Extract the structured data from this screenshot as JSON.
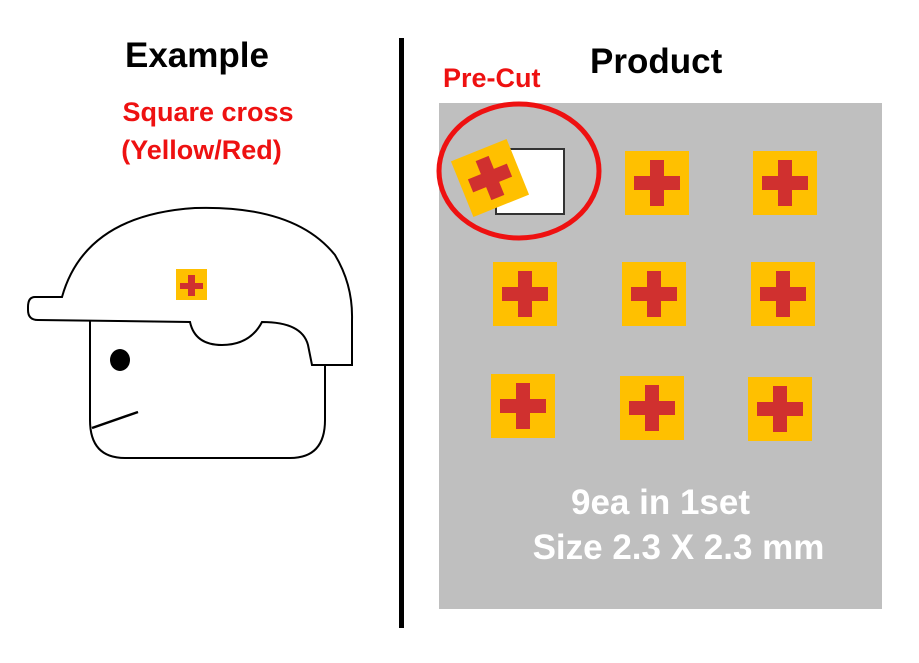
{
  "example": {
    "heading": "Example",
    "subtitle_line1": "Square cross",
    "subtitle_line2": "(Yellow/Red)"
  },
  "product": {
    "heading": "Product",
    "precut_label": "Pre-Cut",
    "caption_line1": "9ea in 1set",
    "caption_line2": "Size 2.3 X 2.3 mm",
    "sticker_count": 9
  },
  "colors": {
    "sticker_background": "#ffc000",
    "cross": "#d0302f",
    "highlight_circle": "#ee1111",
    "panel": "#bfbfbf"
  },
  "icons": [
    "square-cross-icon",
    "minifig-head-icon"
  ]
}
